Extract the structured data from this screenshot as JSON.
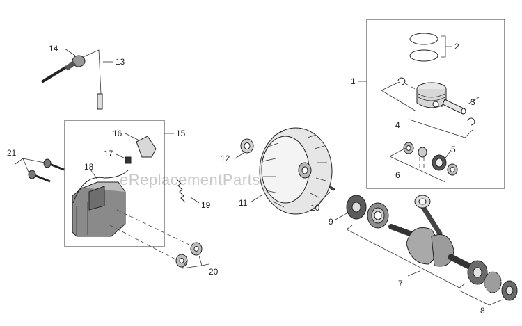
{
  "watermark": "eReplacementParts.com",
  "callouts": {
    "c1": "1",
    "c2": "2",
    "c3": "3",
    "c4": "4",
    "c5": "5",
    "c6": "6",
    "c7": "7",
    "c8": "8",
    "c9": "9",
    "c10": "10",
    "c11": "11",
    "c12": "12",
    "c13": "13",
    "c14": "14",
    "c15": "15",
    "c16": "16",
    "c17": "17",
    "c18": "18",
    "c19": "19",
    "c20": "20",
    "c21": "21"
  },
  "parts": {
    "piston_kit": "piston-kit",
    "piston_rings": "piston-rings",
    "piston_pin": "piston-pin",
    "piston": "piston",
    "needle_bearing": "needle-bearing",
    "washer_set": "washer-set",
    "crankshaft": "crankshaft",
    "crank_bearing": "crank-bearing",
    "oil_seal": "oil-seal",
    "key": "key",
    "flywheel": "flywheel",
    "nut": "flywheel-nut",
    "ignition_wire": "ignition-wire",
    "spark_plug_cap": "spark-plug-cap",
    "ignition_coil_kit": "ignition-coil-kit",
    "plug_cover": "plug-cover",
    "screw": "screw",
    "ignition_coil": "ignition-coil",
    "spring": "spring",
    "spacer": "spacer",
    "bolt": "bolt"
  }
}
